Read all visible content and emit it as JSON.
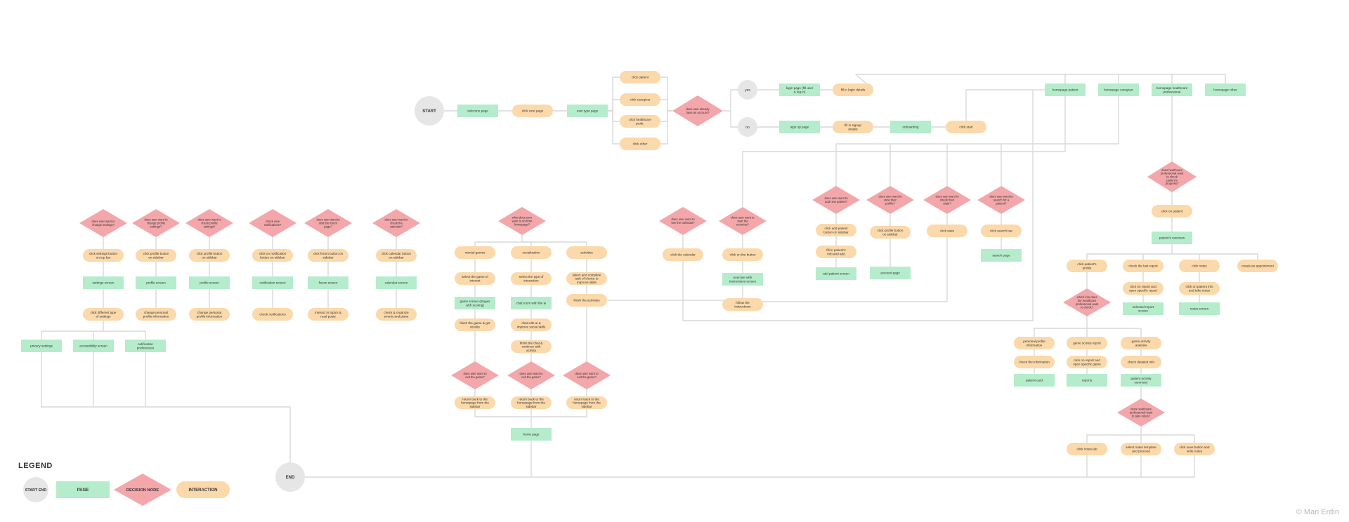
{
  "theme": {
    "page_color": "#b5eccb",
    "interaction_color": "#fbd9ab",
    "decision_color": "#f3a7aa",
    "terminal_color": "#e6e6e6",
    "line_color": "#d9d9d9"
  },
  "legend": {
    "title": "LEGEND",
    "terminal": "START END",
    "page": "PAGE",
    "decision": "DECISION NODE",
    "interaction": "INTERACTION"
  },
  "credit": "© Mari Erdin",
  "nodes": {
    "start": "START",
    "end": "END",
    "welcome_page": "welcome page",
    "click_next_page": "click next page",
    "user_type_page": "user type page",
    "click_patient": "click patient",
    "click_caregiver": "click caregiver",
    "click_healthcare_professional": "click healthcare profe.",
    "click_other": "click other",
    "user_decision": "does user already have an account?",
    "yes": "yes",
    "no": "no",
    "login_page": "login page (fill user & log in)",
    "fill_login_details": "fill in login details",
    "sign_up_page": "sign up page",
    "fill_signup_details": "fill in signup details",
    "onboarding": "onboarding",
    "click_start": "click start",
    "homepage_patient": "homepage patient",
    "homepage_caregiver": "homepage caregiver",
    "homepage_healthcare": "homepage healthcare professional",
    "homepage_other": "homepage other",
    "s1_q": "does user want to change settings?",
    "s1_a": "click settings button on top bar",
    "s1_p": "settings screen",
    "s1_b": "click different type of settings",
    "privacy_settings": "privacy settings",
    "accessibility_screen": "accessibility screen",
    "notification_preferences": "notification preferences",
    "s2_q": "does user want to change profile settings?",
    "s2_a": "click profile button on sidebar",
    "s2_p": "profile screen",
    "s2_b": "change personal profile information",
    "s3_q": "does user want to check profile settings?",
    "s3_a": "click profile button on sidebar",
    "s3_p": "profile screen",
    "s3_b": "change personal profile information",
    "s4_q": "check new notifications?",
    "s4_a": "click on notification button on sidebar",
    "s4_p": "notification screen",
    "s4_b": "check notifications",
    "s5_q": "does user want to visit the forum page?",
    "s5_a": "click forum button on sidebar",
    "s5_p": "forum screen",
    "s5_b": "interact in topics & read posts",
    "s6_q": "does user want to check the calendar?",
    "s6_a": "click calendar button on sidebar",
    "s6_p": "calendar screen",
    "s6_b": "check & organize events and plans",
    "g_q": "what does user want to do from homepage?",
    "g_c1": "mental games",
    "g_c2": "socialization",
    "g_c3": "activities",
    "g_c1a": "select the game of interest",
    "g_c1p": "game screen (stages with scoring)",
    "g_c1b": "finish the game & get results",
    "g_c2a": "select the type of interaction",
    "g_c2p": "chat room with the ai",
    "g_c2b": "chat with ai & improve social skills",
    "g_c2c": "finish the chat & continue with activity",
    "g_c3a": "select and complete task of choice to improve skills",
    "g_c3b": "finish the activities",
    "g_d1": "does user want to exit the game?",
    "g_d2": "does user want to exit the game?",
    "g_d3": "does user want to exit the game?",
    "g_e1": "return back to the homepage from the sidebar",
    "g_e2": "return back to the homepage from the sidebar",
    "g_e3": "return back to the homepage from the sidebar",
    "home_page": "home page",
    "m_q1": "does user want to see the calendar?",
    "m_a1": "click the calendar",
    "m_q2": "does user want to start the exercise?",
    "m_a2": "click on the button",
    "m_p2": "exercise with instructions screen",
    "m_b2": "follow the instructions",
    "c_q1": "does user want to add new patient?",
    "c_a1": "click add patient button on sidebar",
    "c_b1": "fill in patient's info and add",
    "c_p1": "add patient screen",
    "c_q2": "does user want to view their profile?",
    "c_a2": "click profile button on sidebar",
    "c_p2": "account page",
    "c_q3": "does user want to check their stats?",
    "c_a3": "click stats",
    "c_q4": "does user want to search for a patient?",
    "c_a4": "click search bar",
    "c_p4": "search page",
    "r_q1": "does healthcare professional want to check patient's progress?",
    "r_a1": "click on patient",
    "r_p1": "patient's overview",
    "r_b1": "click patient's profile",
    "r_b2": "check the last report",
    "r_b3": "click notes",
    "r_b4": "create an appointment",
    "r_q2": "which info does the healthcare professional want to check?",
    "r_c1": "personal profile information",
    "r_c2": "game scores report",
    "r_c3": "game activity analysis",
    "r_c1a": "check the information",
    "r_c1p": "patient card",
    "r_c2a": "click on report and open specific game",
    "r_c2p": "reports",
    "r_c3a": "check detailed info",
    "r_c3p": "patient activity summary",
    "r_b2a": "click on report and open specific report",
    "r_b2p": "selected report screen",
    "r_b3a": "click on patient info and take notes",
    "r_b3p": "notes screen",
    "r_q3": "does healthcare professional want to take notes?",
    "r_e1": "click notes tab",
    "r_e2": "select notes template and proceed",
    "r_e3": "click save button and write notes"
  }
}
